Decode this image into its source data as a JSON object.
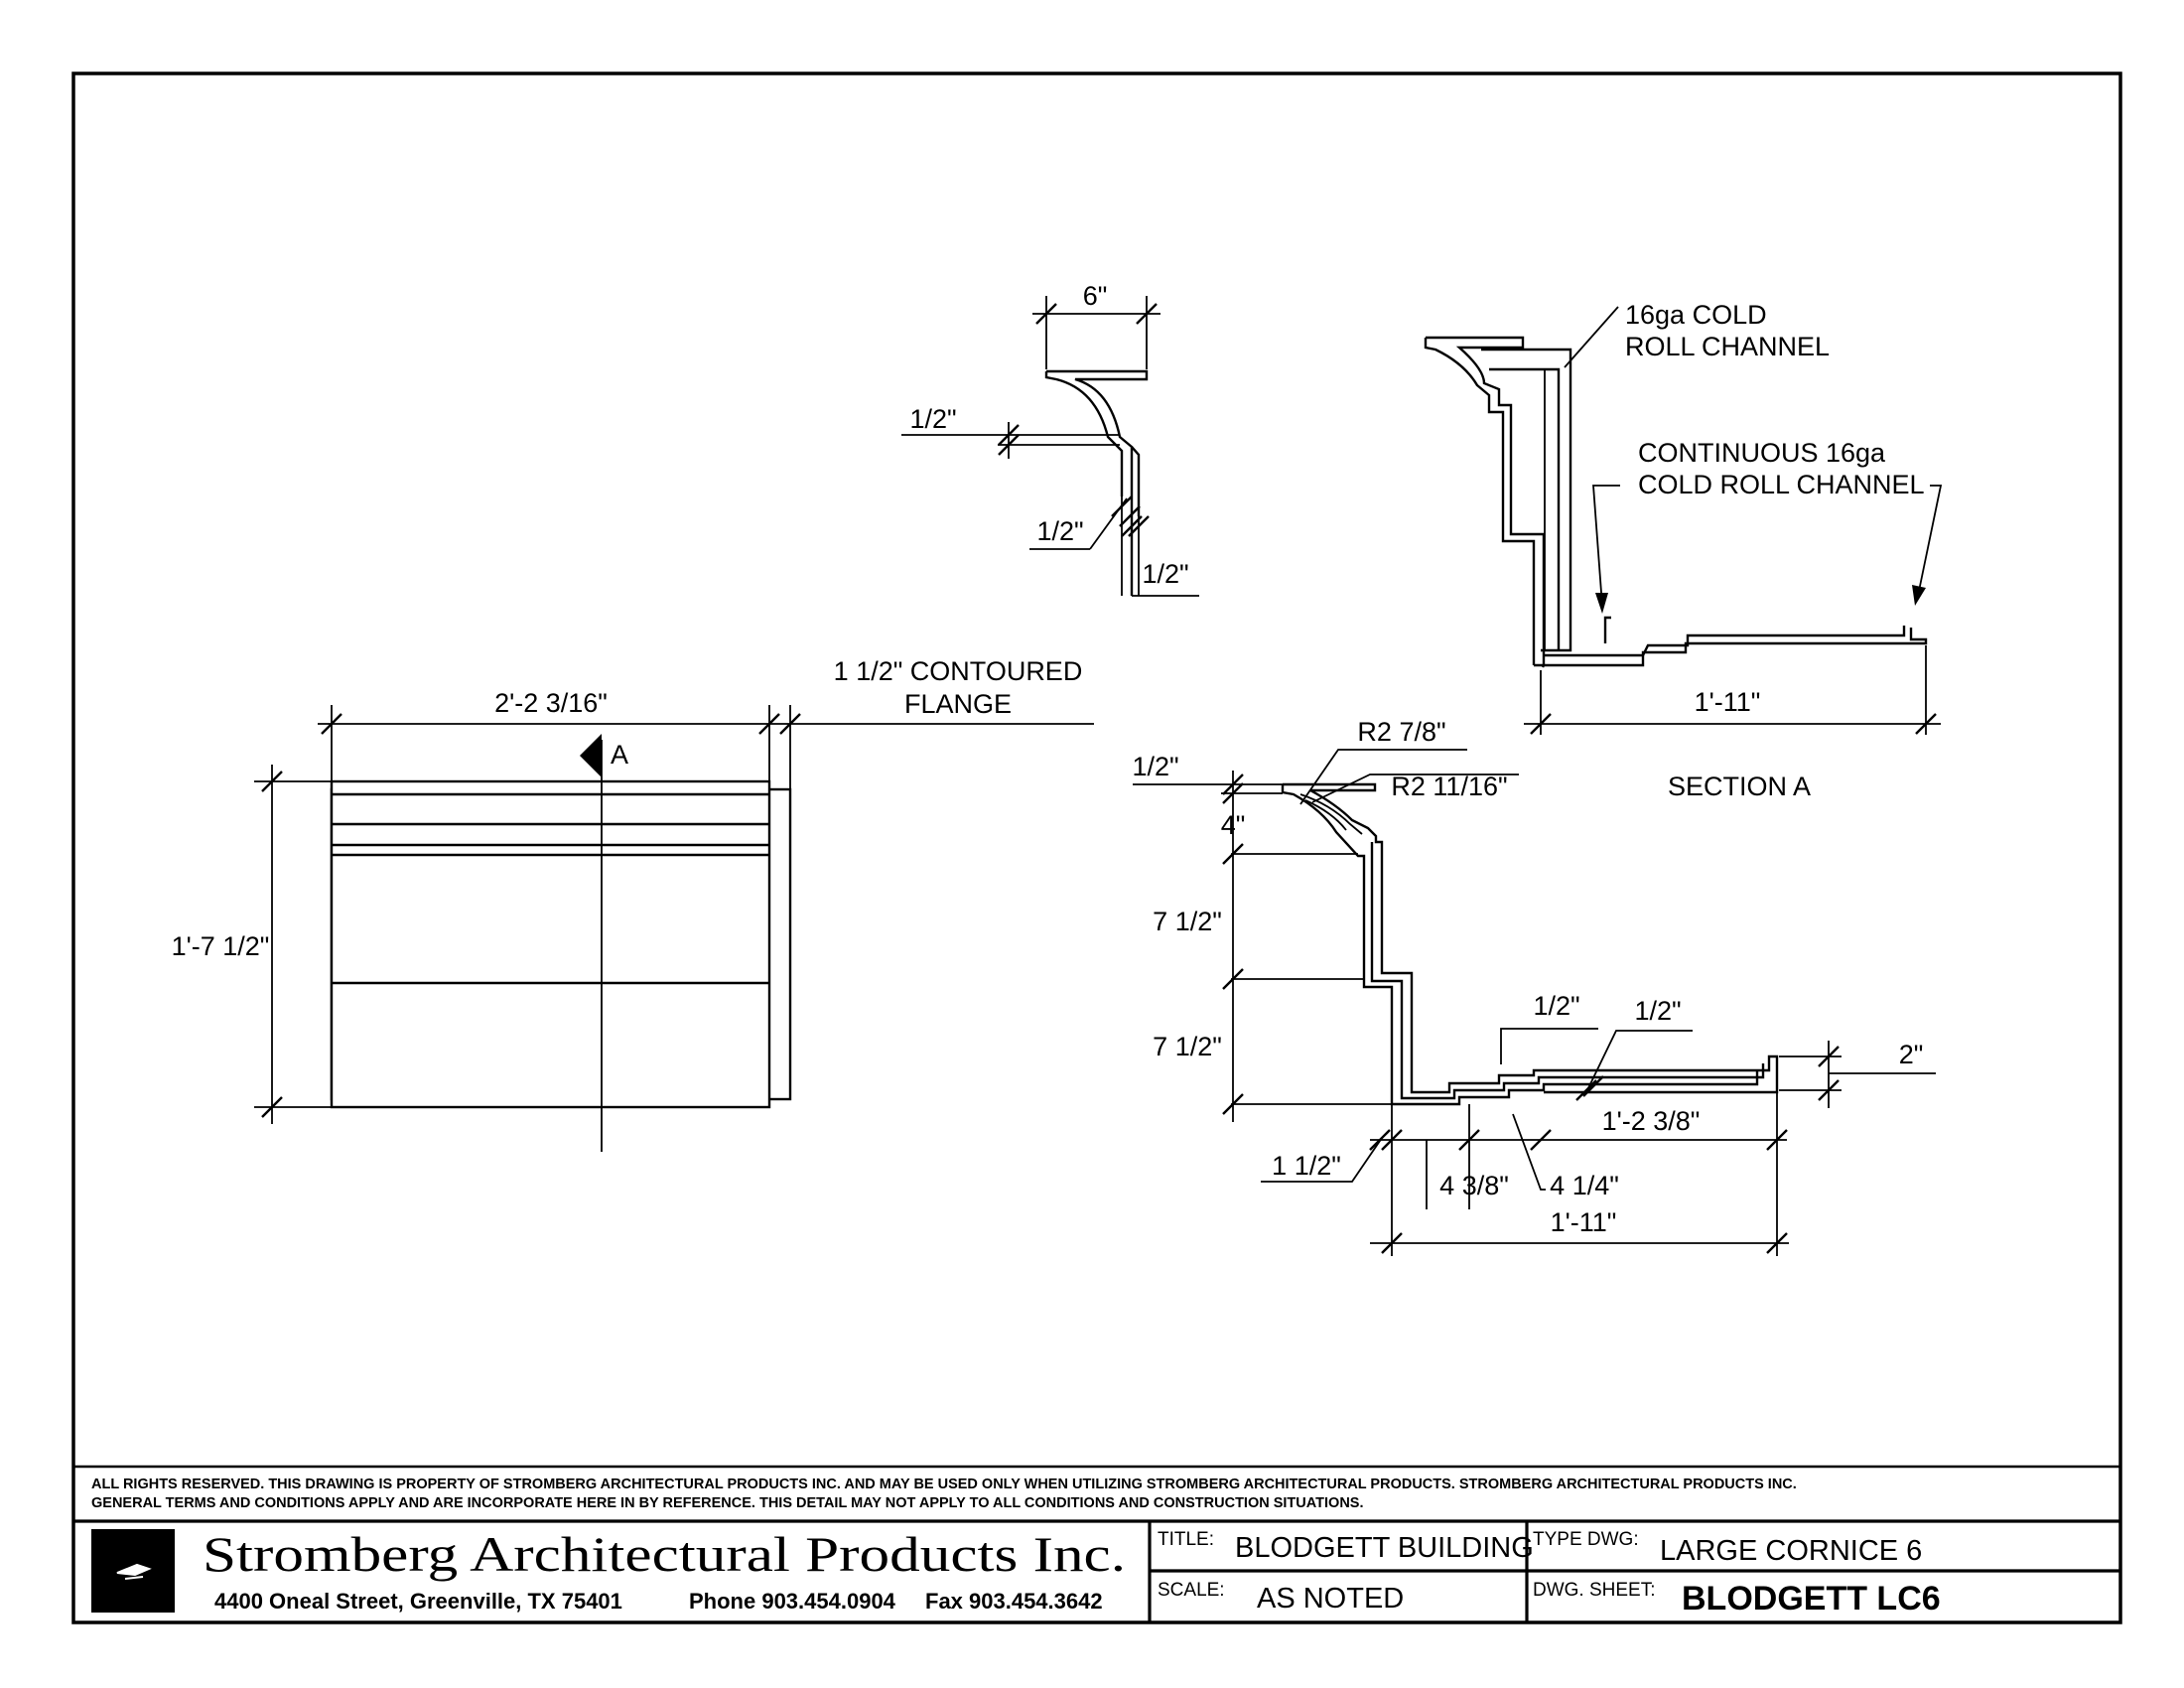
{
  "drawing": {
    "front_view": {
      "width_dim": "2'-2 3/16\"",
      "height_dim": "1'-7 1/2\"",
      "section_marker": "A",
      "flange_note": [
        "1 1/2\" CONTOURED",
        "FLANGE"
      ]
    },
    "flange_detail": {
      "top_dim": "6\"",
      "dim_1": "1/2\"",
      "dim_2": "1/2\"",
      "dim_3": "1/2\""
    },
    "section_a": {
      "title": "SECTION A",
      "channel_note": [
        "16ga COLD",
        "ROLL CHANNEL"
      ],
      "continuous_note": [
        "CONTINUOUS 16ga",
        "COLD ROLL CHANNEL"
      ],
      "width_dim": "1'-11\""
    },
    "profile": {
      "r1": "R2 7/8\"",
      "r2": "R2 11/16\"",
      "top_half": "1/2\"",
      "four": "4\"",
      "seven_half_upper": "7 1/2\"",
      "seven_half_lower": "7 1/2\"",
      "step_a": "1/2\"",
      "step_b": "1/2\"",
      "two": "2\"",
      "one_two_three_eighths": "1'-2 3/8\"",
      "one_half_left": "1 1/2\"",
      "four_three_eighths": "4 3/8\"",
      "four_quarter": "4 1/4\"",
      "overall": "1'-11\""
    }
  },
  "notes": [
    "ALL RIGHTS RESERVED. THIS DRAWING IS PROPERTY OF STROMBERG ARCHITECTURAL PRODUCTS INC. AND MAY BE USED ONLY WHEN UTILIZING STROMBERG ARCHITECTURAL PRODUCTS.  STROMBERG ARCHITECTURAL PRODUCTS INC.",
    "GENERAL TERMS AND CONDITIONS APPLY AND ARE INCORPORATE HERE IN BY REFERENCE.  THIS DETAIL MAY NOT APPLY TO ALL CONDITIONS AND CONSTRUCTION SITUATIONS."
  ],
  "title_block": {
    "company": "Stromberg Architectural Products Inc.",
    "address": "4400 Oneal Street, Greenville, TX  75401",
    "phone": "Phone 903.454.0904",
    "fax": "Fax 903.454.3642",
    "title_label": "TITLE:",
    "title_value": "BLODGETT BUILDING",
    "type_label": "TYPE DWG:",
    "type_value": "LARGE CORNICE 6",
    "scale_label": "SCALE:",
    "scale_value": "AS NOTED",
    "sheet_label": "DWG. SHEET:",
    "sheet_value": "BLODGETT LC6"
  }
}
